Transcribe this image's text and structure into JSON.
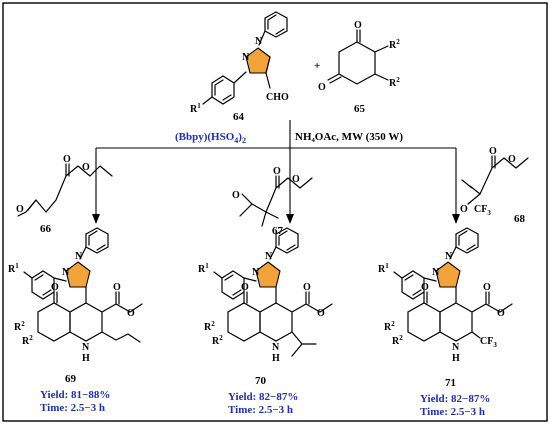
{
  "colors": {
    "pyrazole": "#f2a33a",
    "condition_text": "#1f2fb0",
    "yield_text": "#1f2fb0",
    "border": "#000000"
  },
  "reactants": {
    "plus": "+",
    "c64": {
      "number": "64",
      "atoms": {
        "n1": "N",
        "n2": "N",
        "cho": "CHO",
        "r1": "R",
        "r1_sup": "1"
      }
    },
    "c65": {
      "number": "65",
      "atoms": {
        "o1": "O",
        "o2": "O",
        "r2a": "R",
        "r2a_sup": "2",
        "r2b": "R",
        "r2b_sup": "2"
      }
    }
  },
  "conditions": {
    "catalyst_main": "(Bbpy)(HSO",
    "catalyst_sub": "4",
    "catalyst_close": ")",
    "catalyst_sub2": "2",
    "reagents": "NH₄OAc, MW (350 W)"
  },
  "ketoesters": {
    "c66": {
      "number": "66",
      "o_ester": "O",
      "o_alkoxy": "O",
      "o_keto": "O"
    },
    "c67": {
      "number": "67",
      "o_ester": "O",
      "o_alkoxy": "O",
      "o_keto": "O"
    },
    "c68": {
      "number": "68",
      "o_ester": "O",
      "o_alkoxy": "O",
      "o_keto": "O",
      "cf3": "CF",
      "cf3_sub": "3"
    }
  },
  "products": [
    {
      "number": "69",
      "yield": "Yield: 81−88%",
      "time": "Time: 2.5−3 h"
    },
    {
      "number": "70",
      "yield": "Yield: 82−87%",
      "time": "Time: 2.5−3 h"
    },
    {
      "number": "71",
      "yield": "Yield: 82−87%",
      "time": "Time: 2.5−3 h"
    }
  ],
  "product_atoms": {
    "n": "N",
    "o": "O",
    "nh_n": "N",
    "nh_h": "H",
    "r1": "R",
    "r1_sup": "1",
    "r2": "R",
    "r2_sup": "2",
    "cf3": "CF",
    "cf3_sub": "3"
  }
}
